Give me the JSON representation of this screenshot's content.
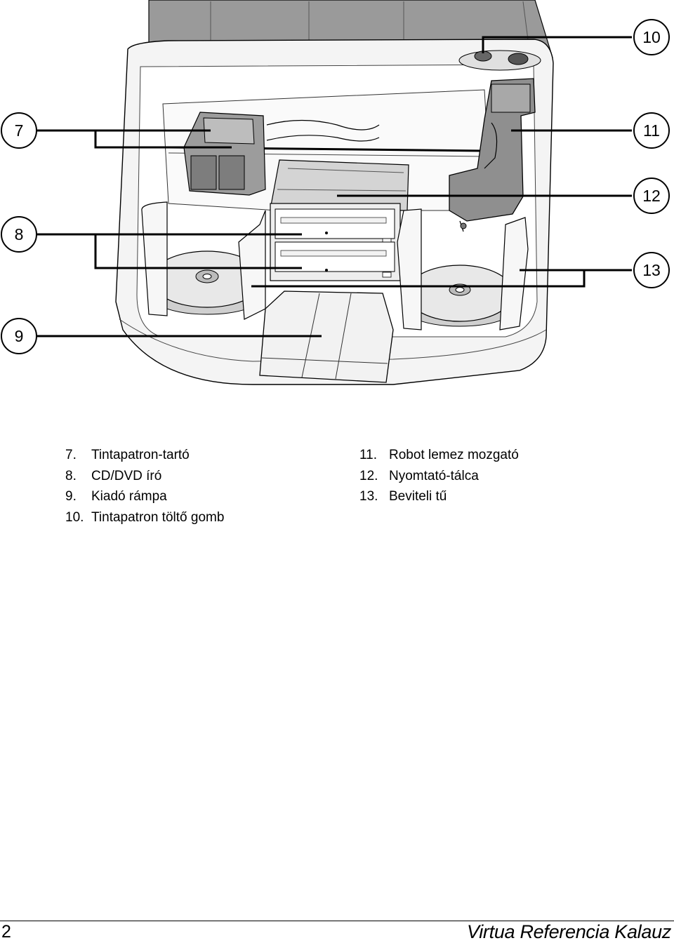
{
  "callouts": [
    {
      "number": "7"
    },
    {
      "number": "8"
    },
    {
      "number": "9"
    },
    {
      "number": "10"
    },
    {
      "number": "11"
    },
    {
      "number": "12"
    },
    {
      "number": "13"
    }
  ],
  "legend": {
    "left": [
      {
        "num": "7.",
        "label": "Tintapatron-tartó"
      },
      {
        "num": "8.",
        "label": "CD/DVD író"
      },
      {
        "num": "9.",
        "label": "Kiadó rámpa"
      },
      {
        "num": "10.",
        "label": "Tintapatron töltő gomb"
      }
    ],
    "right": [
      {
        "num": "11.",
        "label": "Robot lemez mozgató"
      },
      {
        "num": "12.",
        "label": "Nyomtató-tálca"
      },
      {
        "num": "13.",
        "label": "Beviteli tű"
      }
    ]
  },
  "footer": {
    "page_number": "2",
    "doc_title": "Virtua Referencia Kalauz"
  }
}
